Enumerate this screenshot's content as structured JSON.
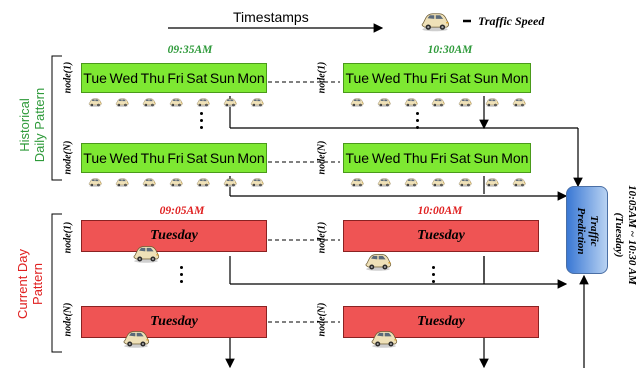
{
  "header": {
    "timestamps_label": "Timestamps",
    "legend_label": "Traffic Speed",
    "legend_icon": "car-icon"
  },
  "historical": {
    "side_label_line1": "Historical",
    "side_label_line2": "Daily  Pattern",
    "time_left": "09:35AM",
    "time_right": "10:30AM",
    "days": [
      "Tue",
      "Wed",
      "Thu",
      "Fri",
      "Sat",
      "Sun",
      "Mon"
    ],
    "node_first": "node(1)",
    "node_last": "node(N)"
  },
  "current": {
    "side_label_line1": "Current Day",
    "side_label_line2": "Pattern",
    "time_left": "09:05AM",
    "time_right": "10:00AM",
    "day_label": "Tuesday",
    "node_first": "node(1)",
    "node_last": "node(N)"
  },
  "prediction": {
    "label_line1": "Traffic",
    "label_line2": "Prediction",
    "time_line1": "10:05AM ~ 10:30 AM",
    "time_line2": "(Tuesday)"
  },
  "colors": {
    "historical_fill": "#7ee832",
    "current_fill": "#ef5454",
    "green_text": "#2e9a3a",
    "red_text": "#e02020",
    "prediction_fill": "#3a78d4"
  }
}
